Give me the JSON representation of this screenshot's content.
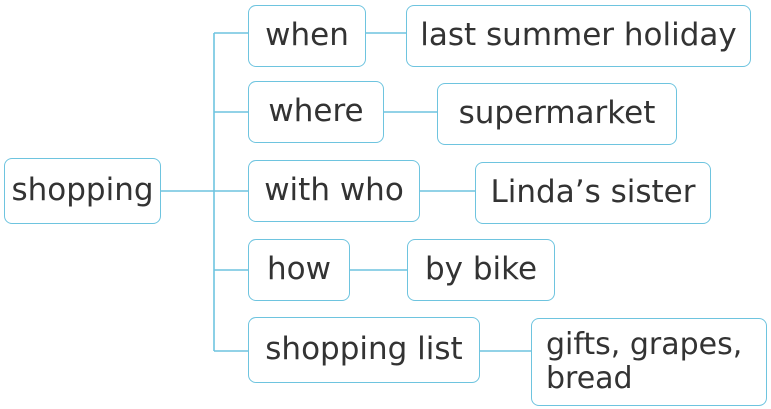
{
  "root": {
    "label": "shopping"
  },
  "branches": [
    {
      "key": "when",
      "value": "last summer holiday"
    },
    {
      "key": "where",
      "value": "supermarket"
    },
    {
      "key": "with who",
      "value": "Linda’s sister"
    },
    {
      "key": "how",
      "value": "by bike"
    },
    {
      "key": "shopping list",
      "value_lines": [
        "gifts, grapes,",
        "bread"
      ]
    }
  ],
  "colors": {
    "line": "#6ec4df",
    "border": "#6ec4df",
    "text": "#333333"
  }
}
